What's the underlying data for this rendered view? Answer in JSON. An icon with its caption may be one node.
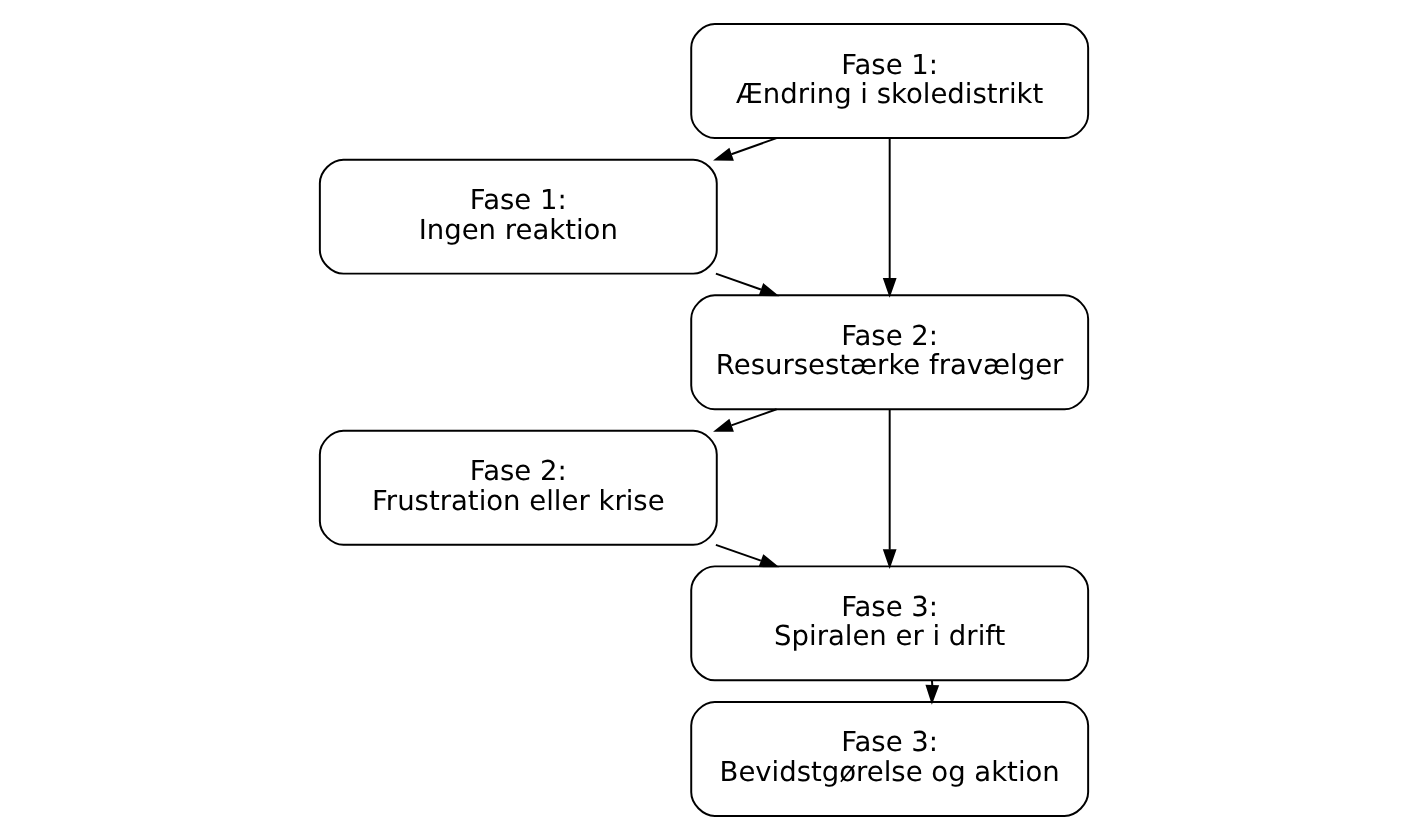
{
  "diagram": {
    "nodes": [
      {
        "text": [
          "Fase 1:",
          "Ændring i skoledistrikt"
        ]
      },
      {
        "text": [
          "Fase 1:",
          "Ingen reaktion"
        ]
      },
      {
        "text": [
          "Fase 2:",
          "Resursestærke fravælger"
        ]
      },
      {
        "text": [
          "Fase 2:",
          "Frustration eller krise"
        ]
      },
      {
        "text": [
          "Fase 3:",
          "Spiralen er i drift"
        ]
      },
      {
        "text": [
          "Fase 3:",
          "Bevidstgørelse og aktion"
        ]
      }
    ],
    "edges": [
      {
        "from": 0,
        "to": 2,
        "arrow": "to"
      },
      {
        "from": 0,
        "to": 1,
        "arrow": "to"
      },
      {
        "from": 1,
        "to": 2,
        "arrow": "to"
      },
      {
        "from": 2,
        "to": 3,
        "arrow": "to"
      },
      {
        "from": 2,
        "to": 4,
        "arrow": "to"
      },
      {
        "from": 3,
        "to": 4,
        "arrow": "to"
      },
      {
        "from": 4,
        "to": 5,
        "arrow": "to"
      }
    ]
  }
}
